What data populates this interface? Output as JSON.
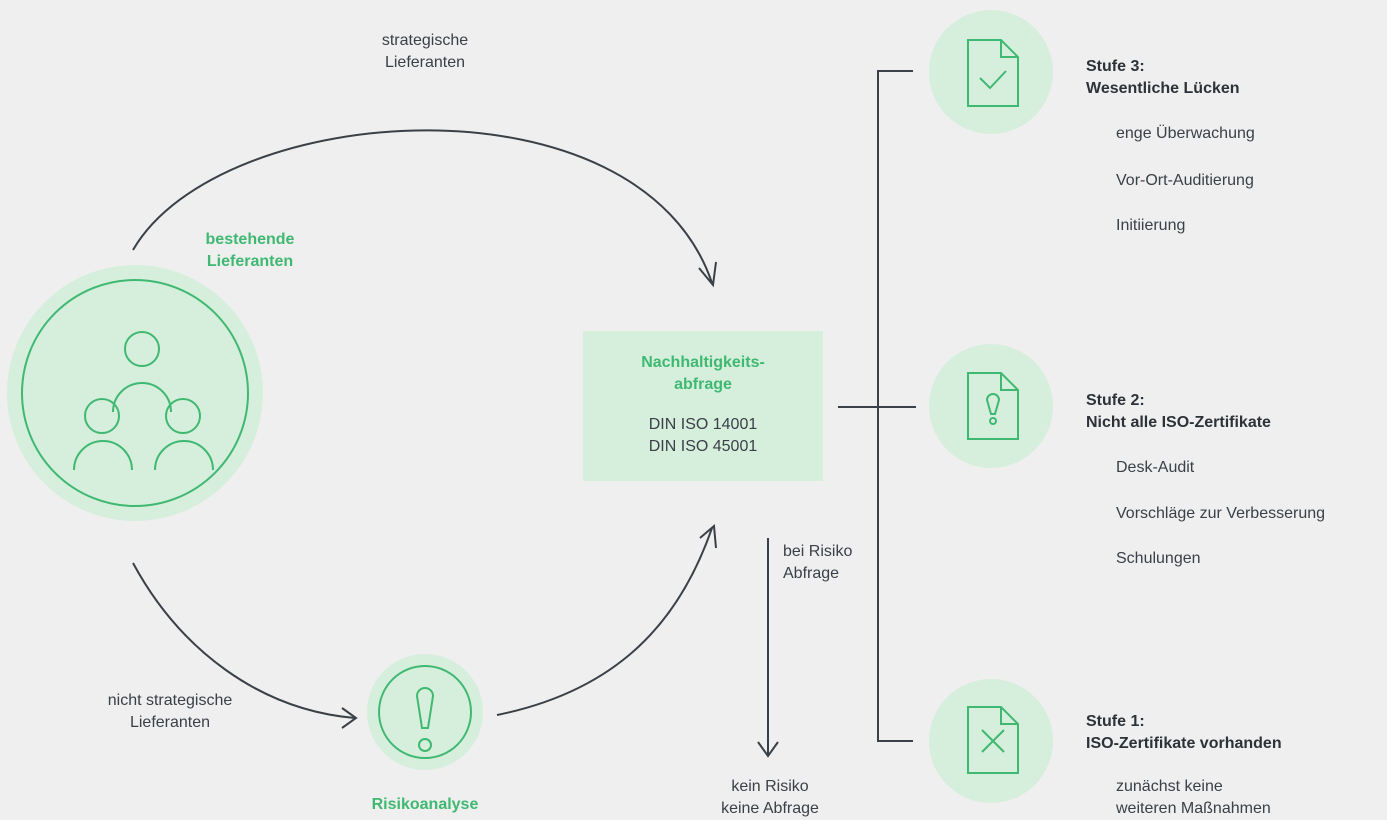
{
  "colors": {
    "background": "#efefef",
    "accent_green": "#3fb971",
    "light_green_circle": "#d6eedc",
    "line_dark": "#3a4047"
  },
  "existing_suppliers": {
    "label_line1": "bestehende",
    "label_line2": "Lieferanten",
    "icon": "people-group-icon"
  },
  "strategic_label": {
    "line1": "strategische",
    "line2": "Lieferanten"
  },
  "non_strategic_label": {
    "line1": "nicht strategische",
    "line2": "Lieferanten"
  },
  "risk_analysis": {
    "label": "Risikoanalyse",
    "icon": "exclamation-icon"
  },
  "survey_box": {
    "title_line1": "Nachhaltigkeits-",
    "title_line2": "abfrage",
    "std1": "DIN ISO 14001",
    "std2": "DIN ISO 45001"
  },
  "risk_branch": {
    "yes_line1": "bei Risiko",
    "yes_line2": "Abfrage",
    "no_line1": "kein Risiko",
    "no_line2": "keine Abfrage"
  },
  "stages": [
    {
      "title_line1": "Stufe 3:",
      "title_line2": "Wesentliche Lücken",
      "icon": "document-check-icon",
      "items": [
        "enge Überwachung",
        "Vor-Ort-Auditierung",
        "Initiierung"
      ]
    },
    {
      "title_line1": "Stufe 2:",
      "title_line2": "Nicht alle ISO-Zertifikate",
      "icon": "document-exclamation-icon",
      "items": [
        "Desk-Audit",
        "Vorschläge zur Verbesserung",
        "Schulungen"
      ]
    },
    {
      "title_line1": "Stufe 1:",
      "title_line2": "ISO-Zertifikate vorhanden",
      "icon": "document-x-icon",
      "items_line1": "zunächst keine",
      "items_line2": "weiteren Maßnahmen"
    }
  ]
}
